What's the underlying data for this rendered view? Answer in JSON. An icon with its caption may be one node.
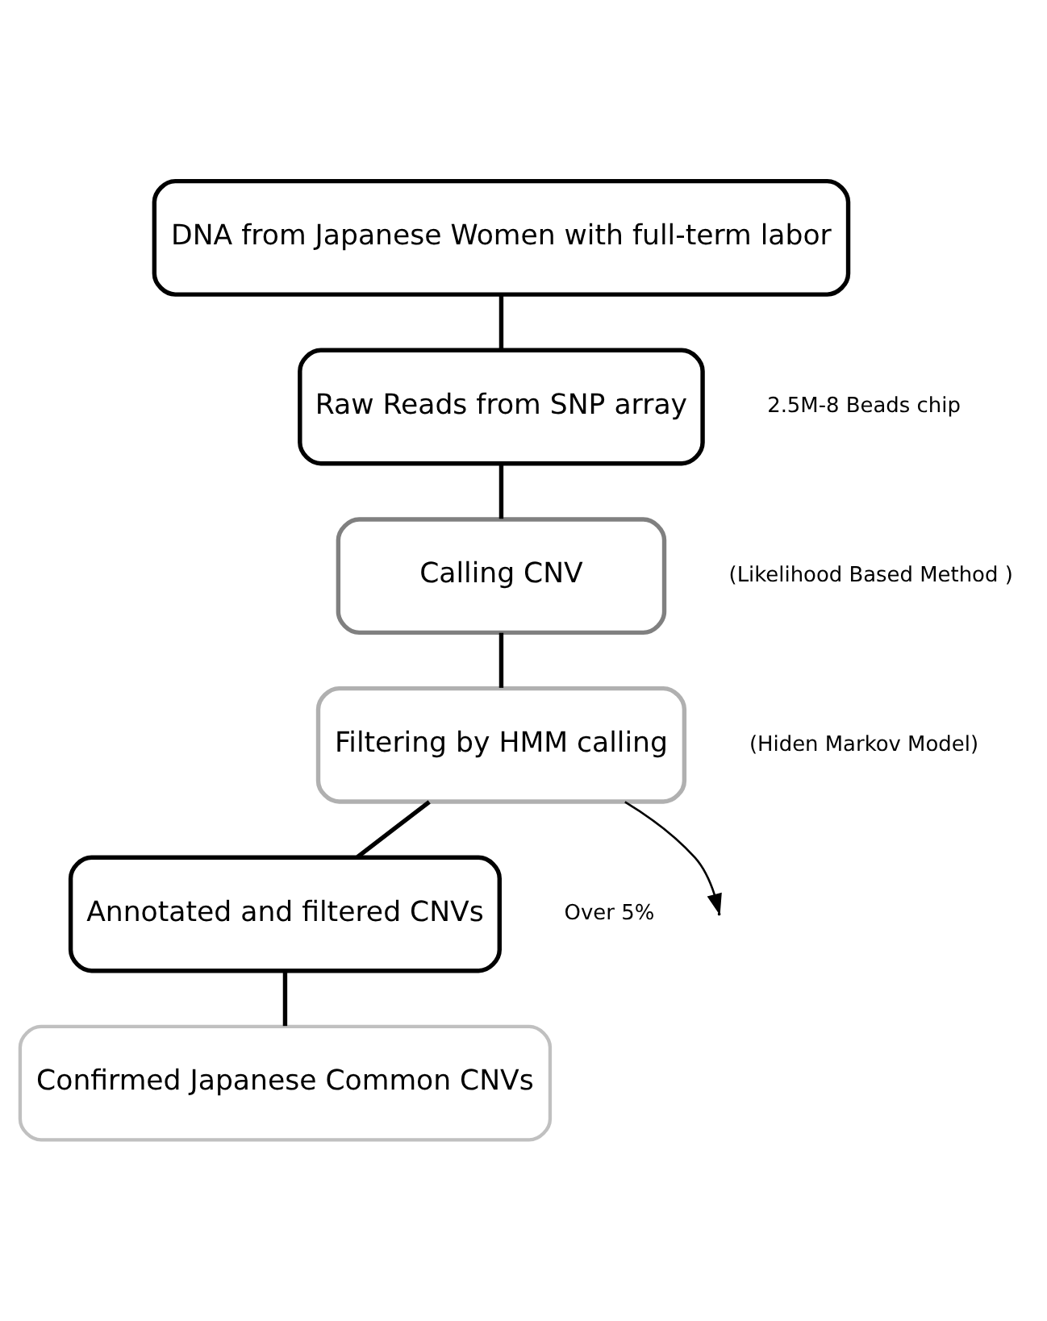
{
  "diagram": {
    "nodes": [
      {
        "text": [
          "DNA from Japanese Women with full-term labor"
        ]
      },
      {
        "text": [
          "Raw Reads from SNP array"
        ],
        "beside": [
          "2.5M-8 Beads chip"
        ]
      },
      {
        "text": [
          "Calling CNV"
        ],
        "beside": [
          "(Likelihood Based Method )"
        ]
      },
      {
        "text": [
          "Filtering by HMM calling"
        ],
        "beside": [
          "(Hiden Markov Model)"
        ]
      },
      {
        "text": [
          "Annotated and filtered CNVs"
        ],
        "beside": [
          "Over 5%"
        ]
      },
      {
        "text": [
          "Confirmed Japanese Common CNVs"
        ]
      }
    ],
    "edges": [
      {
        "from": 0,
        "to": 1,
        "arrow": "none"
      },
      {
        "from": 1,
        "to": 2,
        "arrow": "none"
      },
      {
        "from": 2,
        "to": 3,
        "arrow": "none"
      },
      {
        "from": 3,
        "to": null,
        "arrow": "to"
      },
      {
        "from": 3,
        "to": 4,
        "arrow": "none"
      },
      {
        "from": 4,
        "to": 5,
        "arrow": "none"
      }
    ]
  }
}
